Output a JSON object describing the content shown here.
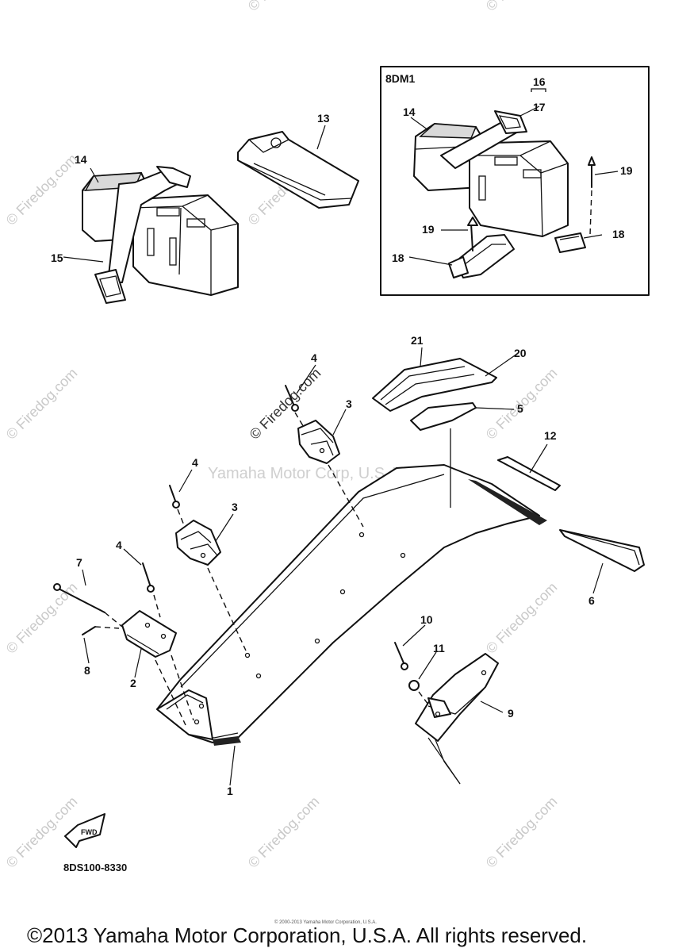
{
  "callouts": {
    "c1": "1",
    "c2": "2",
    "c3a": "3",
    "c3b": "3",
    "c4a": "4",
    "c4b": "4",
    "c4c": "4",
    "c5": "5",
    "c6": "6",
    "c7": "7",
    "c8": "8",
    "c9": "9",
    "c10": "10",
    "c11": "11",
    "c12": "12",
    "c13": "13",
    "c14a": "14",
    "c14b": "14",
    "c15": "15",
    "c16": "16",
    "c17": "17",
    "c18a": "18",
    "c18b": "18",
    "c19a": "19",
    "c19b": "19",
    "c20": "20",
    "c21": "21"
  },
  "inset_label": "8DM1",
  "fwd_label": "FWD",
  "diagram_code": "8DS100-8330",
  "watermark_text": "© Firedog.com",
  "center_watermark": "Yamaha Motor Corp, U.S.A.",
  "small_print": "© 2000-2013 Yamaha Motor Corporation, U.S.A.",
  "copyright": "©2013 Yamaha Motor Corporation, U.S.A. All rights reserved."
}
